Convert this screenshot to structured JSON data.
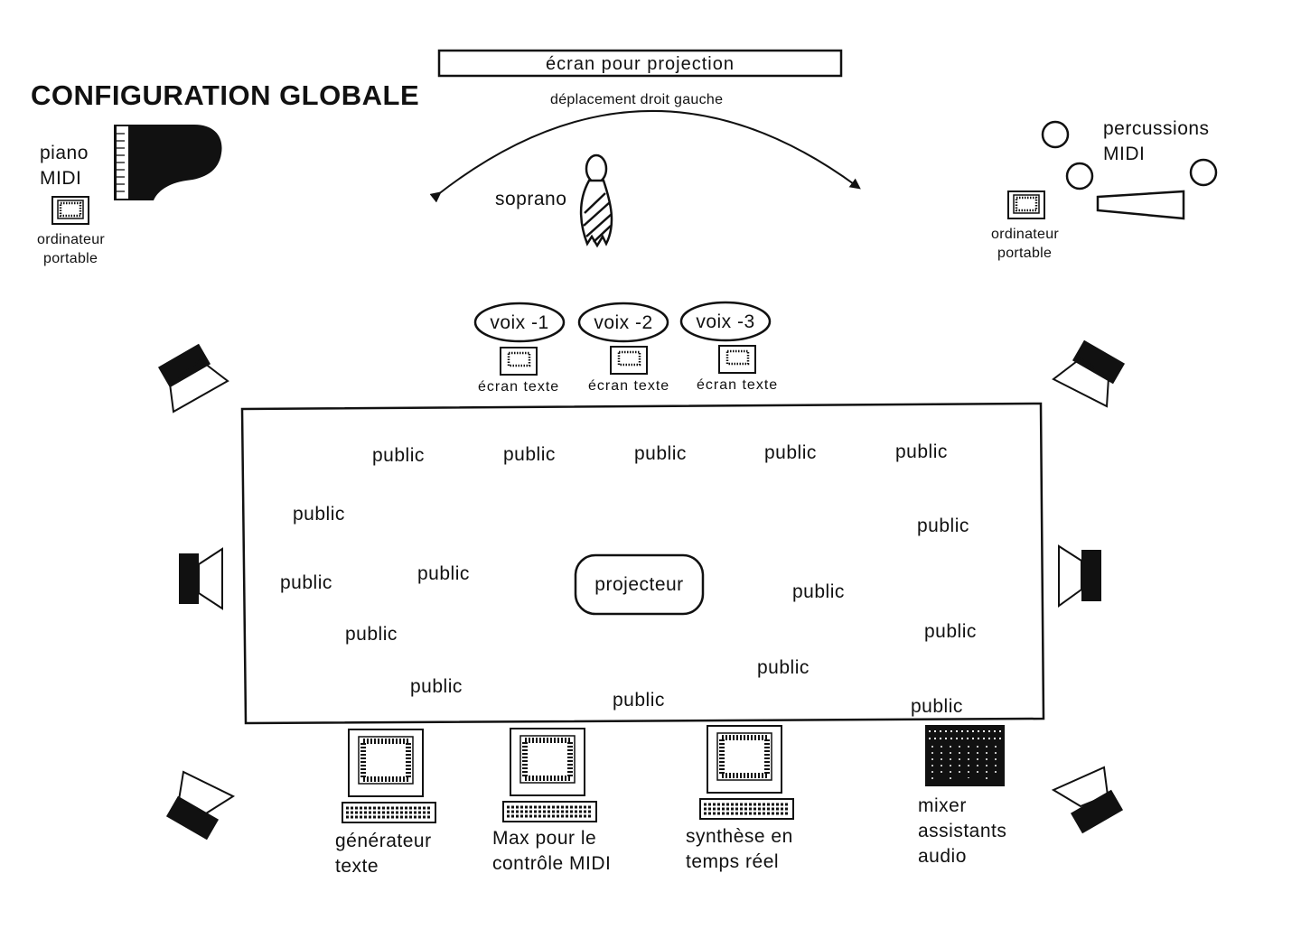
{
  "title": "CONFIGURATION GLOBALE",
  "screen": {
    "label": "écran pour projection",
    "movement": "déplacement droit gauche"
  },
  "soprano": "soprano",
  "piano": {
    "line1": "piano",
    "line2": "MIDI"
  },
  "percussions": {
    "line1": "percussions",
    "line2": "MIDI"
  },
  "laptop_left": {
    "line1": "ordinateur",
    "line2": "portable"
  },
  "laptop_right": {
    "line1": "ordinateur",
    "line2": "portable"
  },
  "voices": [
    {
      "name": "voix -1",
      "screen": "écran texte"
    },
    {
      "name": "voix -2",
      "screen": "écran texte"
    },
    {
      "name": "voix -3",
      "screen": "écran texte"
    }
  ],
  "projector": "projecteur",
  "audience_label": "public",
  "computers": [
    {
      "line1": "générateur",
      "line2": "texte"
    },
    {
      "line1": "Max pour le",
      "line2": "contrôle MIDI"
    },
    {
      "line1": "synthèse en",
      "line2": "temps réel"
    }
  ],
  "mixer": {
    "line1": "mixer",
    "line2": "assistants",
    "line3": "audio"
  }
}
